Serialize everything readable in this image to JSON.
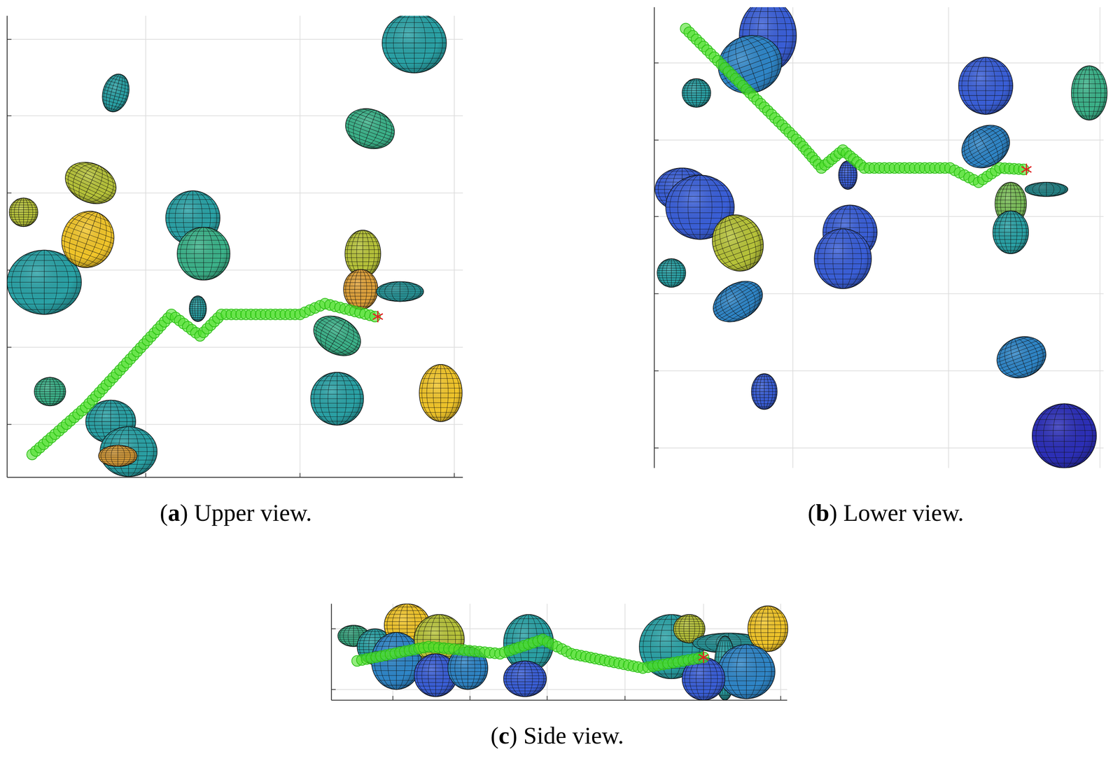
{
  "diagram": {
    "labels": [
      "(a) Upper view.",
      "(b) Lower view.",
      "(c) Side view."
    ]
  }
}
